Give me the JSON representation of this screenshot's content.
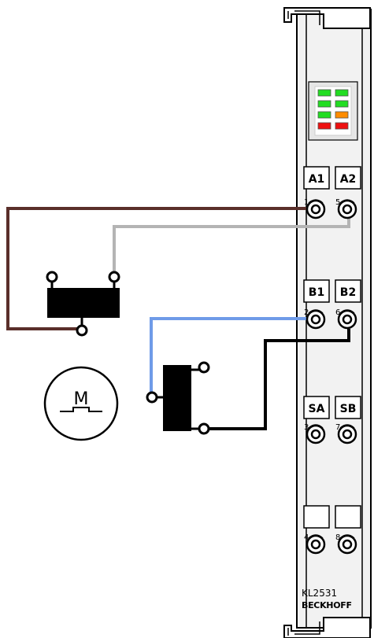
{
  "terminal": {
    "model": "KL2531",
    "brand": "BECKHOFF",
    "led_colors": [
      "#22dd22",
      "#22dd22",
      "#22dd22",
      "#22dd22",
      "#22dd22",
      "#ff8c00",
      "#ee1111",
      "#ee1111"
    ],
    "label_groups": [
      {
        "left": "A1",
        "right": "A2",
        "left_num": "1",
        "right_num": "5"
      },
      {
        "left": "B1",
        "right": "B2",
        "left_num": "2",
        "right_num": "6"
      },
      {
        "left": "SA",
        "right": "SB",
        "left_num": "3",
        "right_num": "7"
      },
      {
        "left": "",
        "right": "",
        "left_num": "4",
        "right_num": "8"
      }
    ]
  },
  "motor": {
    "label": "M"
  },
  "wire_colors": {
    "a1": "#5a2f2a",
    "a2": "#b4b4b4",
    "b1": "#6f9be8",
    "b2": "#000000"
  }
}
